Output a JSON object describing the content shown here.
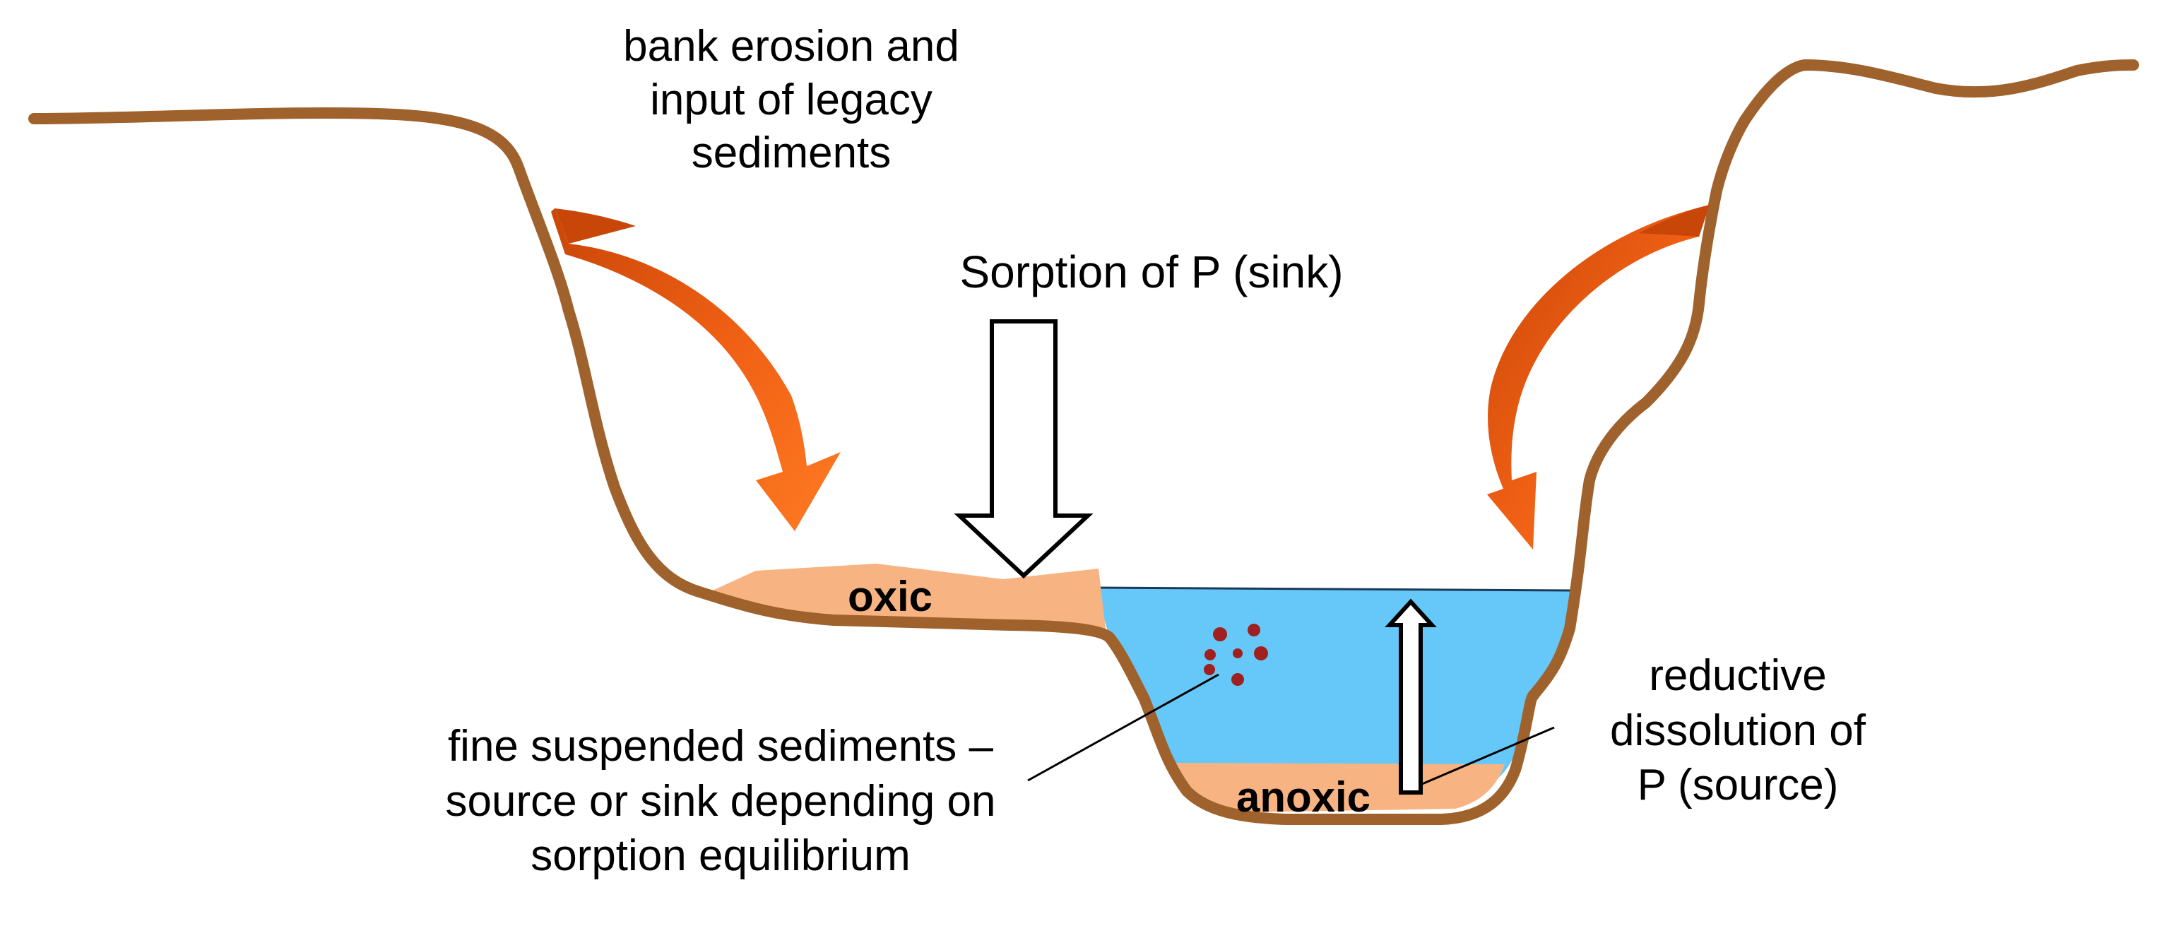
{
  "labels": {
    "bank_erosion": [
      "bank erosion and",
      "input of legacy",
      "sediments"
    ],
    "sorption_sink": "Sorption of P (sink)",
    "oxic": "oxic",
    "anoxic": "anoxic",
    "fine_sediments": [
      "fine suspended sediments –",
      "source or sink depending on",
      "sorption equilibrium"
    ],
    "reductive_dissolution": [
      "reductive",
      "dissolution of",
      "P (source)"
    ]
  },
  "colors": {
    "bank_line": "#a0622d",
    "water": "#66c8f8",
    "sediment": "#f7b482",
    "erosion_arrow": "#ef5f14",
    "erosion_arrow_dark": "#c84608",
    "particles": "#a01f1f",
    "outline_arrow": "#000000"
  }
}
